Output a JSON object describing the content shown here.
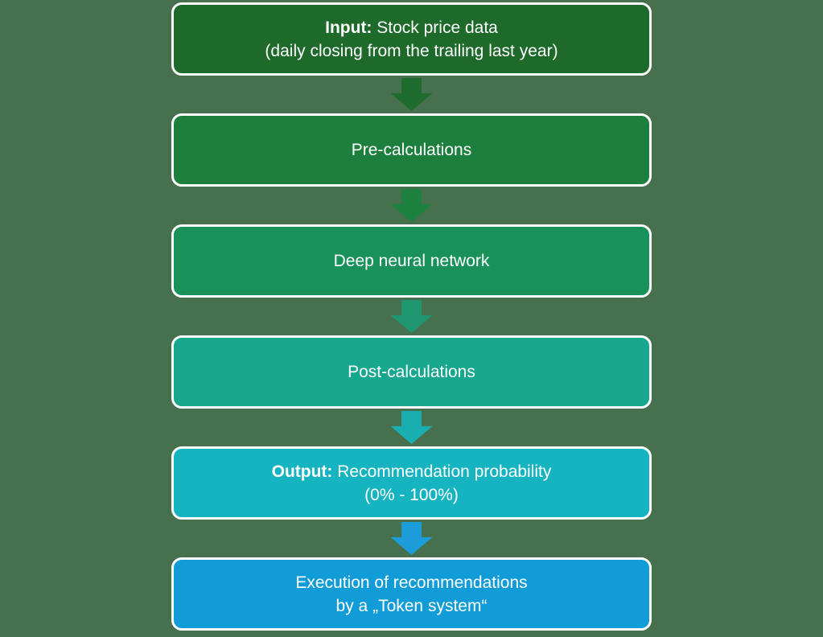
{
  "background_color": "#47704E",
  "flowchart": {
    "steps": [
      {
        "id": "input",
        "bold": "Input:",
        "text": " Stock price data",
        "line2": "(daily closing from the trailing last year)",
        "box_color": "#1D6A2B",
        "arrow_color": "#1D6C2E"
      },
      {
        "id": "pre-calculations",
        "text": "Pre-calculations",
        "box_color": "#1C7F3E",
        "arrow_color": "#1D8140"
      },
      {
        "id": "deep-neural-network",
        "text": "Deep neural network",
        "box_color": "#18915A",
        "arrow_color": "#1E9770"
      },
      {
        "id": "post-calculations",
        "text": "Post-calculations",
        "box_color": "#16A78E",
        "arrow_color": "#19AFB0"
      },
      {
        "id": "output",
        "bold": "Output:",
        "text": " Recommendation probability",
        "line2": "(0% - 100%)",
        "box_color": "#16B4C1",
        "arrow_color": "#1C9CD9"
      },
      {
        "id": "execution",
        "text": "Execution of recommendations",
        "line2": "by a „Token system“",
        "box_color": "#119CD7"
      }
    ]
  }
}
